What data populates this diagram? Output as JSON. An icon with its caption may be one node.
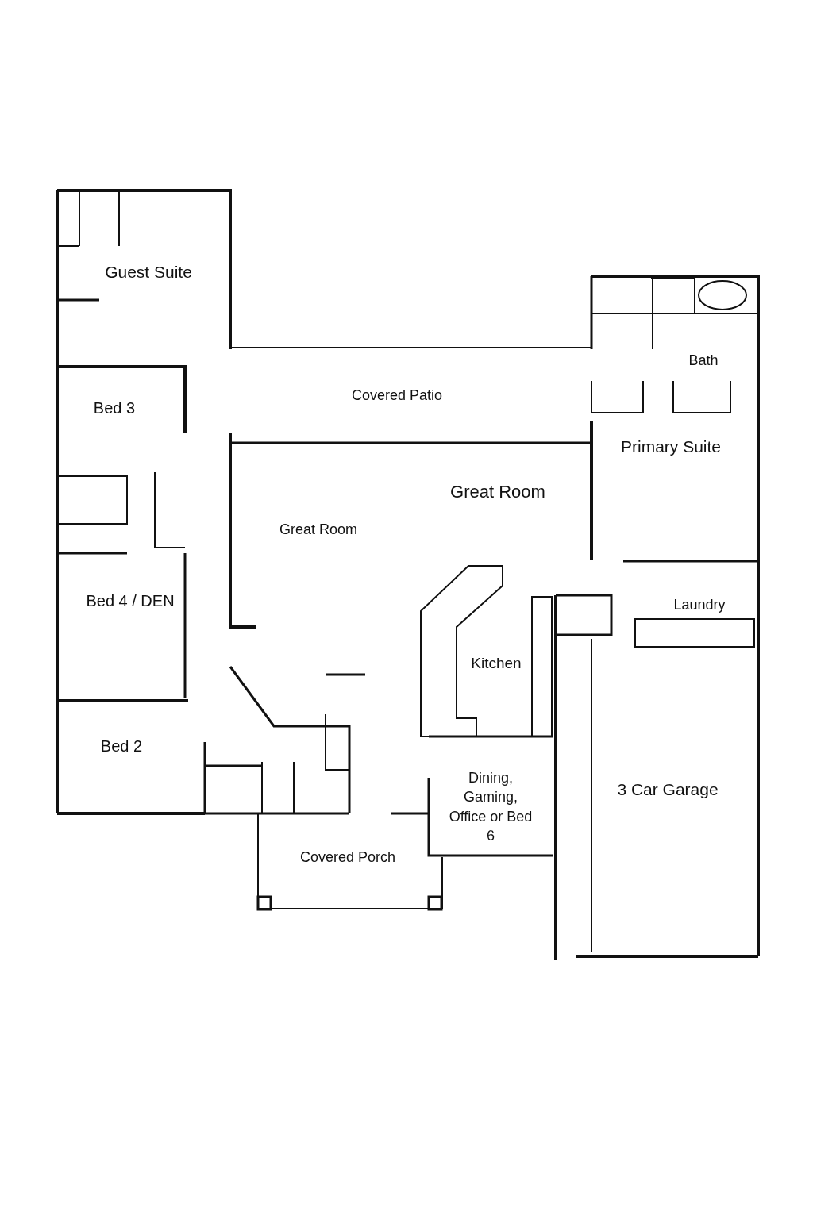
{
  "diagram": {
    "labels": [
      "Guest Suite",
      "Bath",
      "Covered Patio",
      "Bed 3",
      "Primary Suite",
      "Great Room",
      "Great Room",
      "Bed 4 / DEN",
      "Laundry",
      "Kitchen",
      "Bed 2",
      "Dining, Gaming, Office or Bed 6",
      "3 Car Garage",
      "Covered Porch"
    ]
  }
}
